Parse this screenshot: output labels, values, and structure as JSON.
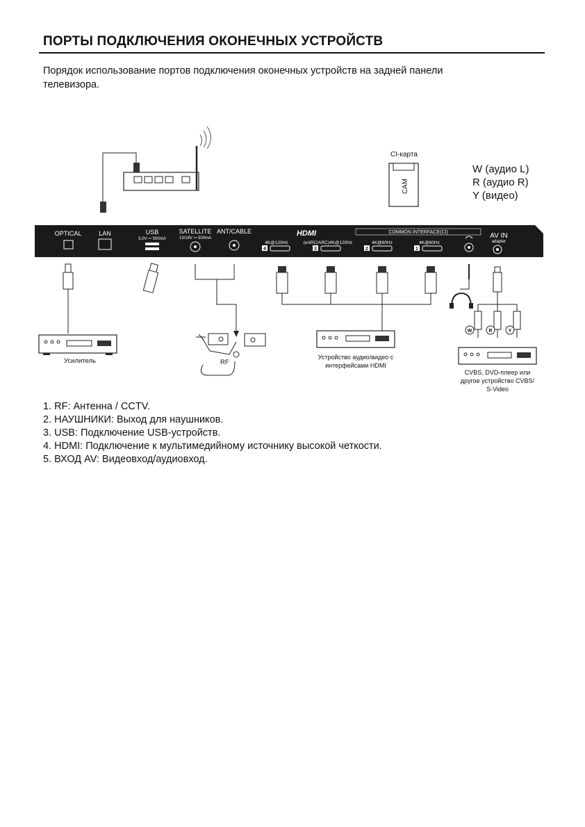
{
  "header": {
    "title": "ПОРТЫ ПОДКЛЮЧЕНИЯ ОКОНЕЧНЫХ УСТРОЙСТВ",
    "intro_line1": "Порядок использование портов подключения оконечных устройств на задней панели",
    "intro_line2": "телевизора."
  },
  "diagram": {
    "ci_card_label": "CI-карта",
    "cam_label": "CAM",
    "av_legend": [
      "W (аудио L)",
      "R (аудио R)",
      "Y (видео)"
    ],
    "ports": {
      "optical": "OPTICAL",
      "lan": "LAN",
      "usb": "USB",
      "usb_spec": "5.0V ⎓ 500mA",
      "satellite": "SATELLITE",
      "satellite_spec": "13/18V ⎓ 500mA",
      "ant_cable": "ANT/CABLE",
      "hdmi_logo": "HDMI",
      "hdmi4_num": "4",
      "hdmi4_spec": "4K@120Hz",
      "hdmi3_num": "3",
      "hdmi3_spec": "(eARC/ARC)4K@120Hz",
      "hdmi2_num": "2",
      "hdmi2_spec": "4K@60Hz",
      "hdmi1_num": "1",
      "hdmi1_spec": "4K@60Hz",
      "common_interface": "COMMON INTERFACE(CI)",
      "av_in": "AV IN",
      "av_in_sub": "adapter"
    },
    "amplifier_label": "Усилитель",
    "rf_label": "RF",
    "hdmi_device_label_line1": "Устройство аудио/видео с",
    "hdmi_device_label_line2": "интерфейсами HDMI",
    "cvbs_label_line1": "CVBS, DVD-плеер или",
    "cvbs_label_line2": "другое устройство CVBS/",
    "cvbs_label_line3": "S-Video",
    "rca_letters": [
      "W",
      "R",
      "Y"
    ]
  },
  "notes": [
    "1. RF: Антенна / CCTV.",
    "2. НАУШНИКИ: Выход для наушников.",
    "3. USB: Подключение USB-устройств.",
    "4. HDMI: Подключение к мультимедийному источнику высокой четкости.",
    "5. ВХОД AV: Видеовход/аудиовход."
  ]
}
